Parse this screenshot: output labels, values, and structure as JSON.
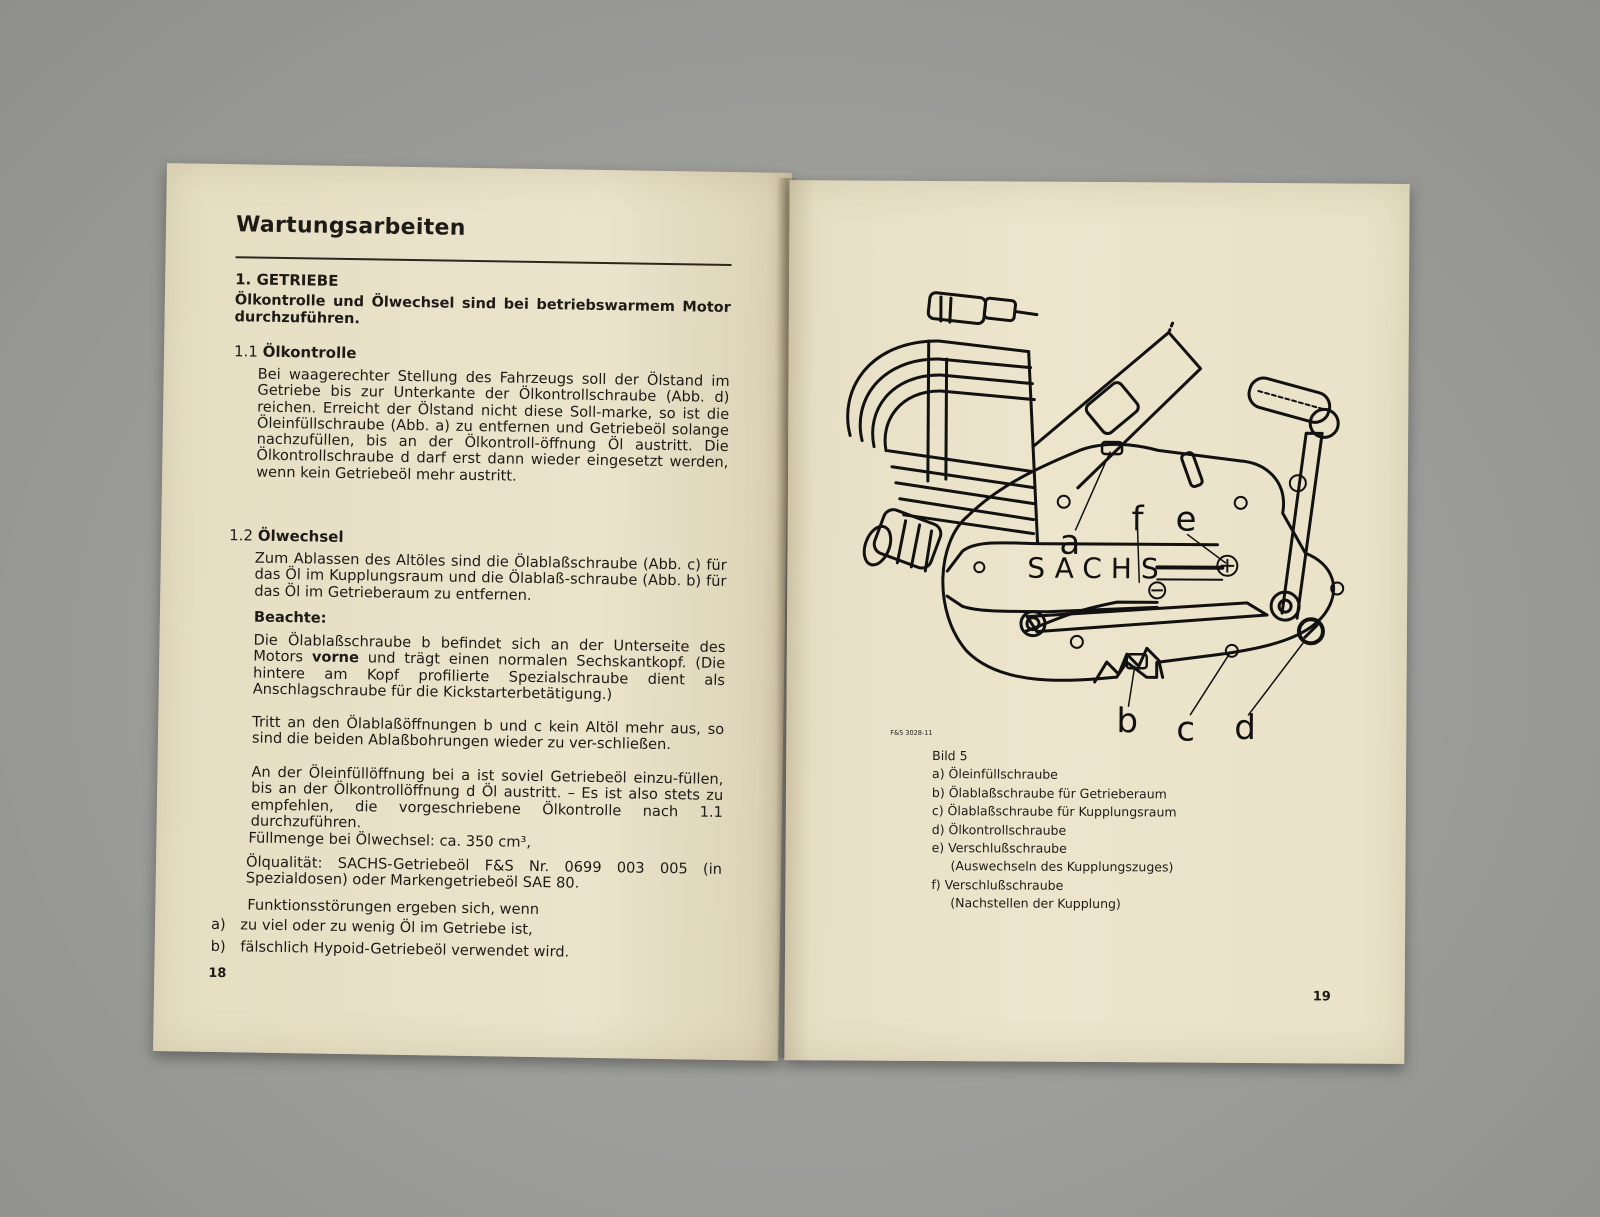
{
  "left_page": {
    "title": "Wartungsarbeiten",
    "section": "1.  GETRIEBE",
    "lead": "Ölkontrolle und Ölwechsel sind bei betriebswarmem Motor durchzuführen.",
    "sub1_num": "1.1",
    "sub1_title": "Ölkontrolle",
    "p1": "Bei waagerechter Stellung des Fahrzeugs soll der Ölstand im Getriebe bis zur Unterkante der Ölkontrollschraube (Abb. d) reichen. Erreicht der Ölstand nicht diese Soll-marke, so ist die Öleinfüllschraube (Abb. a) zu entfernen und Getriebeöl solange nachzufüllen, bis an der Ölkontroll-öffnung Öl austritt. Die Ölkontrollschraube d darf erst dann wieder eingesetzt werden, wenn kein Getriebeöl mehr austritt.",
    "sub2_num": "1.2",
    "sub2_title": "Ölwechsel",
    "p2": "Zum Ablassen des Altöles sind die Ölablaßschraube (Abb. c) für das Öl im Kupplungsraum und die Ölablaß-schraube (Abb. b) für das Öl im Getrieberaum zu entfernen.",
    "note_label": "Beachte:",
    "p3_a": "Die Ölablaßschraube b befindet sich an der Unterseite des Motors ",
    "p3_bold": "vorne",
    "p3_b": " und trägt einen normalen Sechskantkopf. (Die hintere am Kopf profilierte Spezialschraube dient als Anschlagschraube für die Kickstarterbetätigung.)",
    "p4": "Tritt an den Ölablaßöffnungen b und c kein Altöl mehr aus, so sind die beiden Ablaßbohrungen wieder zu ver-schließen.",
    "p5": "An der Öleinfüllöffnung bei a ist soviel Getriebeöl einzu-füllen, bis an der Ölkontrollöffnung d Öl austritt. – Es ist also stets zu empfehlen, die vorgeschriebene Ölkontrolle nach 1.1 durchzuführen.",
    "p6": "Füllmenge bei Ölwechsel: ca. 350 cm³,",
    "p7": "Ölqualität: SACHS-Getriebeöl F&S Nr. 0699 003 005 (in Spezialdosen) oder Markengetriebeöl SAE 80.",
    "p8": "Funktionsstörungen ergeben sich, wenn",
    "list": [
      {
        "mark": "a)",
        "text": "zu viel oder zu wenig Öl im Getriebe ist,"
      },
      {
        "mark": "b)",
        "text": "fälschlich Hypoid-Getriebeöl verwendet wird."
      }
    ],
    "page_number": "18"
  },
  "right_page": {
    "diagram_brand": "SACHS",
    "diagram_labels": {
      "a": "a",
      "b": "b",
      "c": "c",
      "d": "d",
      "e": "e",
      "f": "f"
    },
    "diagram_ref": "F&S 3028-11",
    "caption_title": "Bild 5",
    "caption": [
      {
        "text": "a)  Öleinfüllschraube",
        "indent": false
      },
      {
        "text": "b)  Ölablaßschraube für Getrieberaum",
        "indent": false
      },
      {
        "text": "c)  Ölablaßschraube für Kupplungsraum",
        "indent": false
      },
      {
        "text": "d)  Ölkontrollschraube",
        "indent": false
      },
      {
        "text": "e)  Verschlußschraube",
        "indent": false
      },
      {
        "text": "(Auswechseln des Kupplungszuges)",
        "indent": true
      },
      {
        "text": "f)  Verschlußschraube",
        "indent": false
      },
      {
        "text": "(Nachstellen der Kupplung)",
        "indent": true
      }
    ],
    "page_number": "19"
  }
}
